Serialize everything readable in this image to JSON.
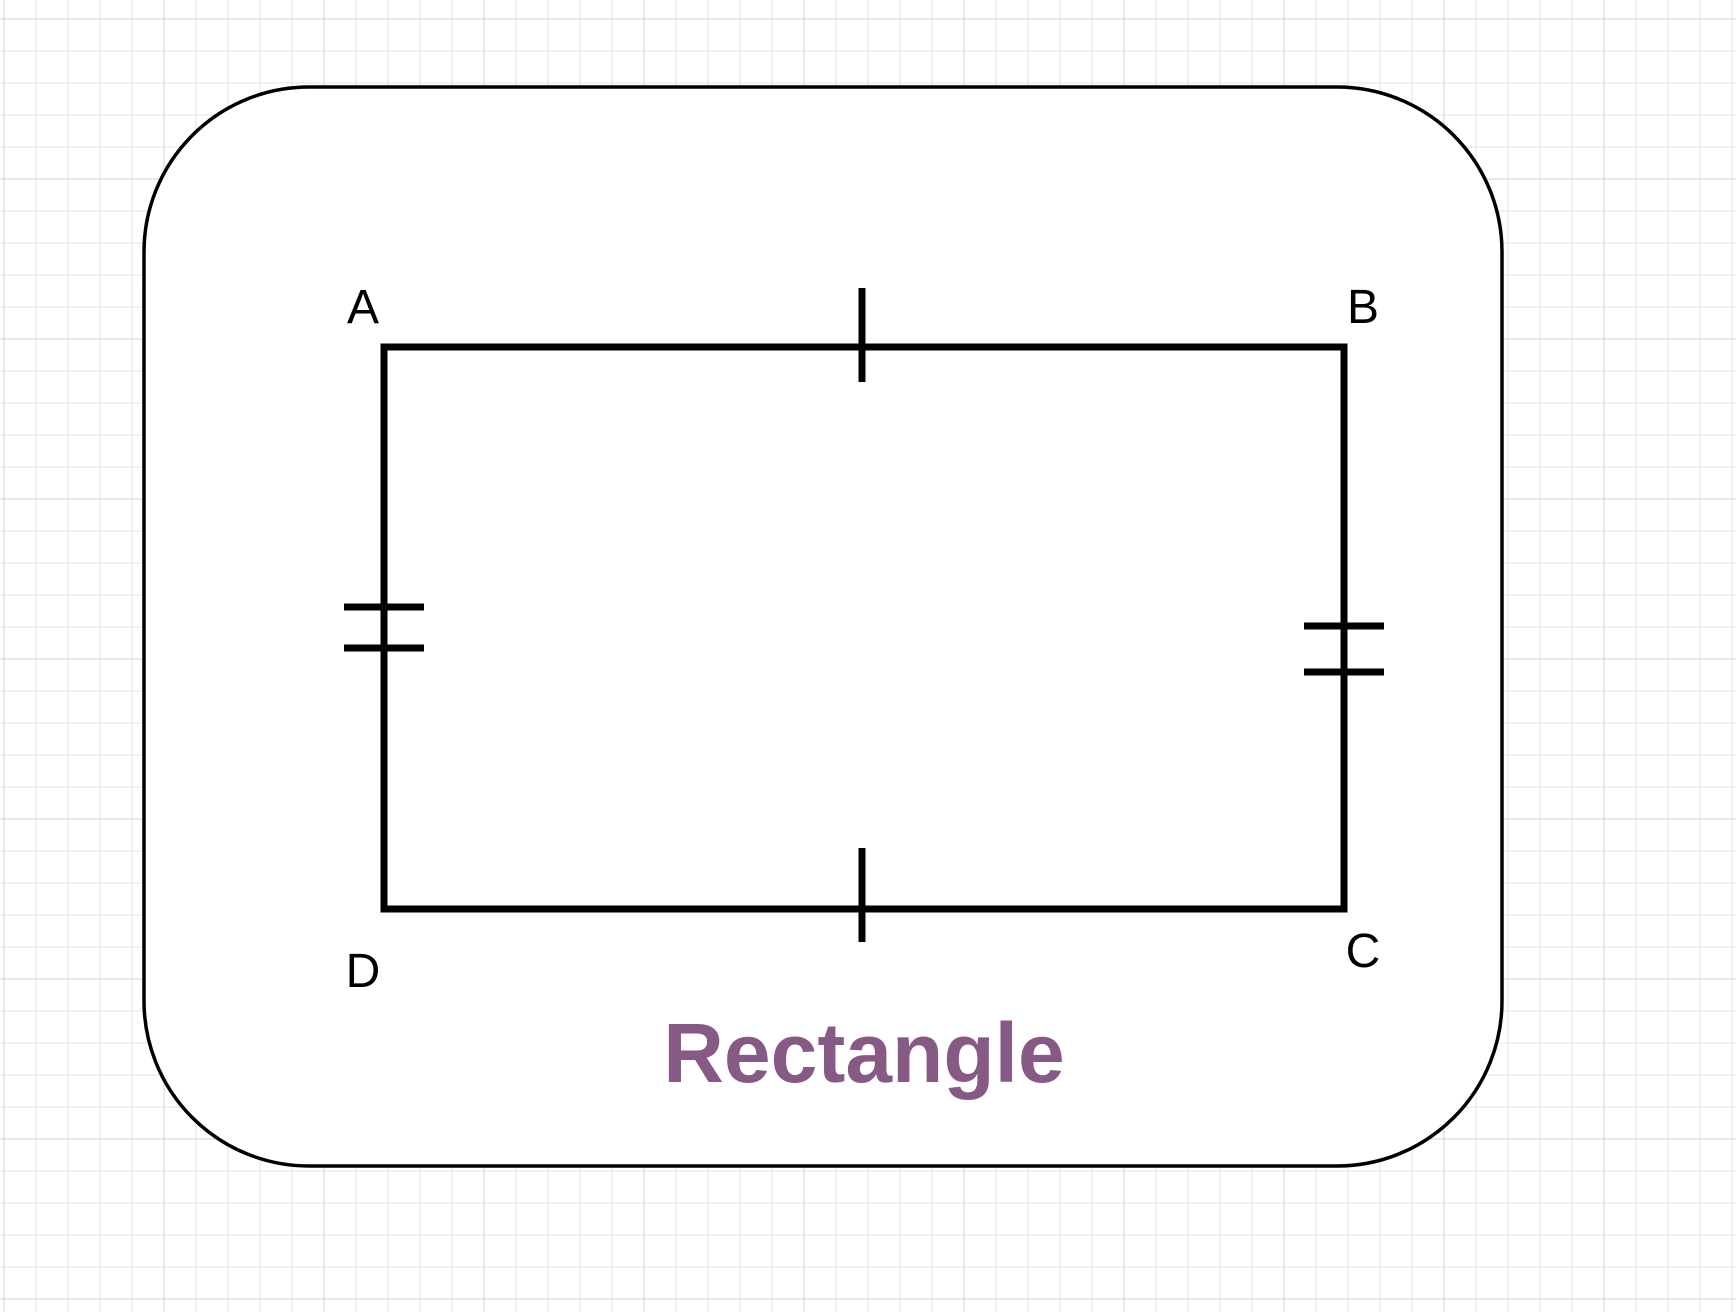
{
  "diagram": {
    "vertices": {
      "a": "A",
      "b": "B",
      "c": "C",
      "d": "D"
    },
    "caption": "Rectangle",
    "caption_color": "#875a86",
    "stroke_color": "#000000",
    "card_background": "#ffffff",
    "grid_color": "#e3e3e3",
    "grid_major_color": "#d2d2d2"
  }
}
